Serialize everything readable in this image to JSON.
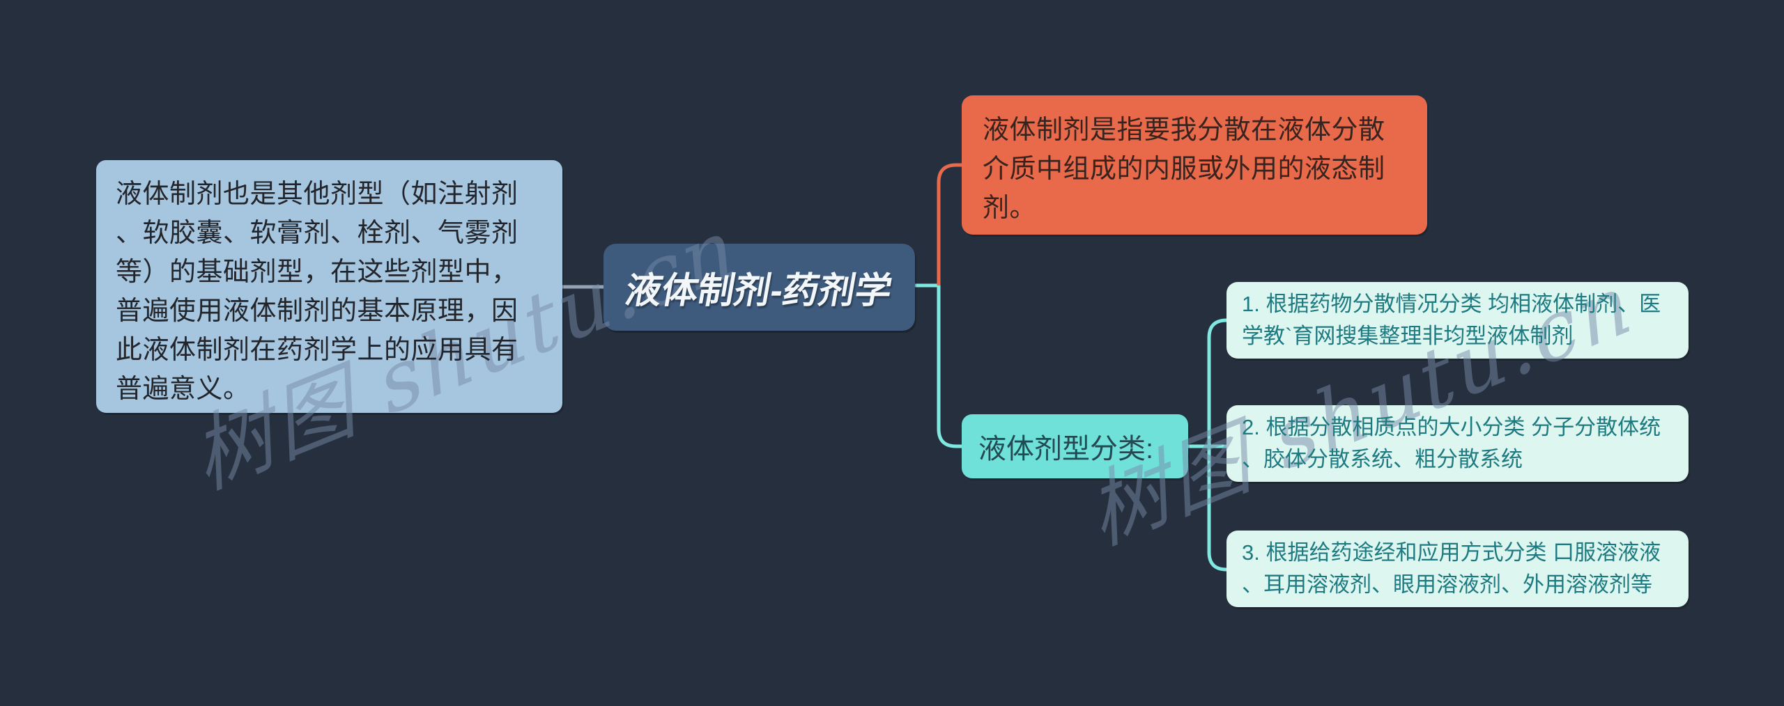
{
  "page": {
    "background": "#262f3d",
    "kind": "mind-map"
  },
  "watermark": {
    "text": "树图 shutu.cn"
  },
  "colors": {
    "background": "#262f3d",
    "root_node_fill": "#3e5b7d",
    "root_node_text": "#f4f7fa",
    "left_note_fill": "#a6c6df",
    "left_note_text": "#22252b",
    "definition_note_fill": "#e96a4b",
    "definition_note_text": "#38231e",
    "classification_node_fill": "#70e1d9",
    "classification_node_text": "#234a52",
    "item_note_fill": "#def6f0",
    "item_note_text": "#1d7a80",
    "connector_cyan": "#7fe8e0",
    "connector_orange": "#e96a4b",
    "connector_grey": "#93a2b5"
  },
  "mindmap": {
    "root": {
      "label": "液体制剂-药剂学"
    },
    "left_note": {
      "text": "液体制剂也是其他剂型（如注射剂\n、软胶囊、软膏剂、栓剂、气雾剂\n等）的基础剂型，在这些剂型中，\n普遍使用液体制剂的基本原理，因\n此液体制剂在药剂学上的应用具有\n普遍意义。"
    },
    "definition_note": {
      "text": "液体制剂是指要我分散在液体分散\n介质中组成的内服或外用的液态制\n剂。"
    },
    "classification_node": {
      "label": "液体剂型分类:"
    },
    "classification_items": [
      {
        "text": "1. 根据药物分散情况分类 均相液体制剂、医\n学教`育网搜集整理非均型液体制剂"
      },
      {
        "text": "2. 根据分散相质点的大小分类 分子分散体统\n、胶体分散系统、粗分散系统"
      },
      {
        "text": "3. 根据给药途经和应用方式分类 口服溶液液\n、耳用溶液剂、眼用溶液剂、外用溶液剂等"
      }
    ]
  }
}
